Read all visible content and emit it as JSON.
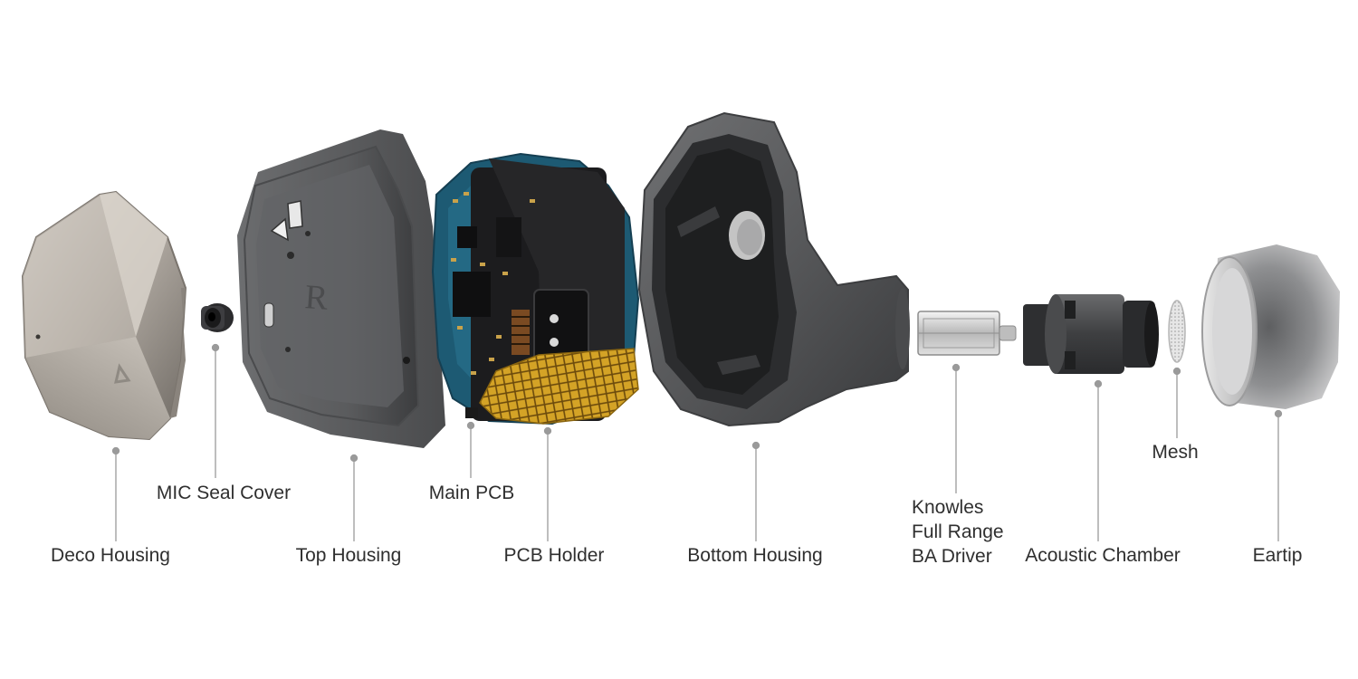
{
  "labels": {
    "deco_housing": "Deco Housing",
    "mic_seal_cover": "MIC Seal Cover",
    "top_housing": "Top Housing",
    "main_pcb": "Main PCB",
    "pcb_holder": "PCB Holder",
    "bottom_housing": "Bottom Housing",
    "driver_line1": "Knowles",
    "driver_line2": "Full Range",
    "driver_line3": "BA Driver",
    "acoustic_chamber": "Acoustic Chamber",
    "mesh": "Mesh",
    "eartip": "Eartip"
  },
  "engravings": {
    "side_mark": "R"
  },
  "colors": {
    "leader": "#9a9a9a",
    "label_text": "#2f2f2f",
    "housing_gray": "#5c5d5f",
    "deco_silver": "#b9b2aa",
    "pcb_blue": "#1f5f78",
    "holder_black": "#1c1c1e",
    "gold_mesh": "#c9971f"
  }
}
